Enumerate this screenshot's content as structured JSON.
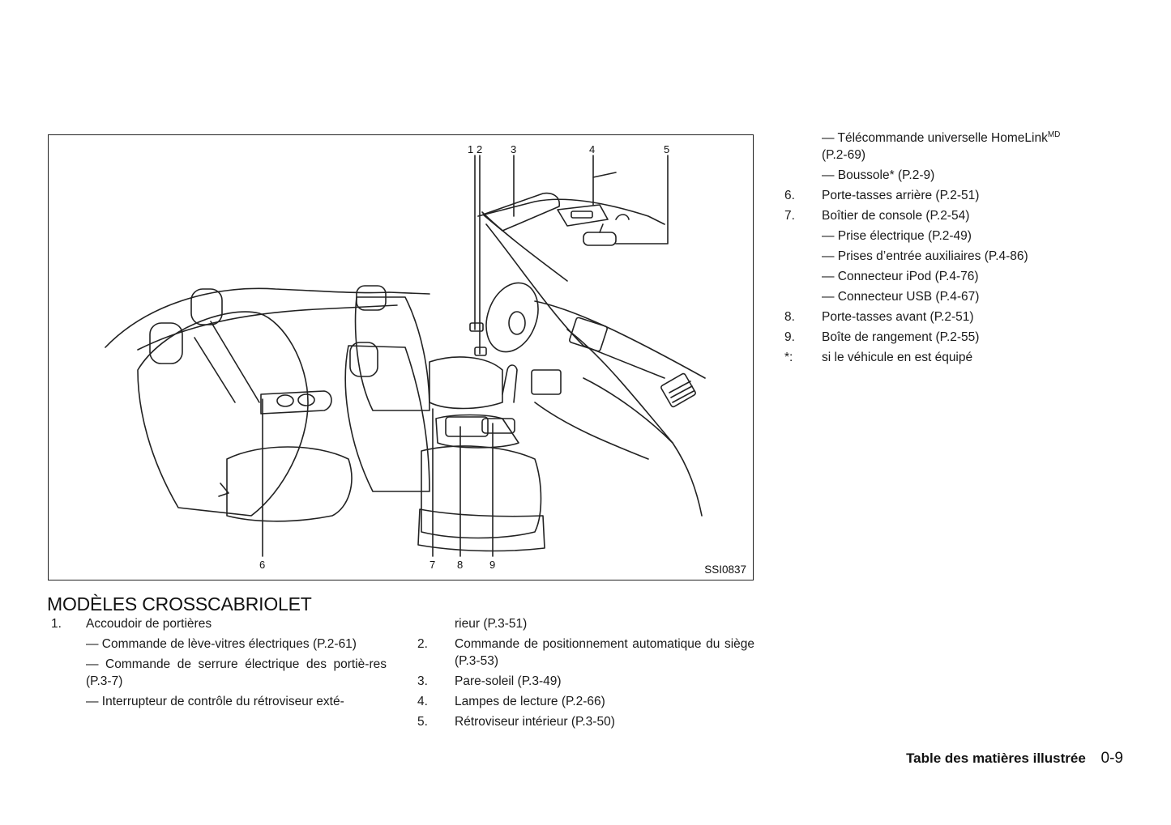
{
  "figure": {
    "code": "SSI0837",
    "callouts": [
      "1",
      "2",
      "3",
      "4",
      "5",
      "6",
      "7",
      "8",
      "9"
    ]
  },
  "section": {
    "title": "MODÈLES CROSSCABRIOLET"
  },
  "column_left": {
    "item1_num": "1.",
    "item1_text": "Accoudoir de portières",
    "sub1": "— Commande de lève-vitres électriques (P.2-61)",
    "sub2": "— Commande de serrure électrique des portiè-res (P.3-7)",
    "sub3": "— Interrupteur de contrôle du rétroviseur exté-"
  },
  "column_mid": {
    "continuation": "rieur (P.3-51)",
    "items": [
      {
        "num": "2.",
        "text": "Commande de positionnement automatique du siège (P.3-53)"
      },
      {
        "num": "3.",
        "text": "Pare-soleil (P.3-49)"
      },
      {
        "num": "4.",
        "text": "Lampes de lecture (P.2-66)"
      },
      {
        "num": "5.",
        "text": "Rétroviseur intérieur (P.3-50)"
      }
    ]
  },
  "column_right": {
    "homelink_text": "— Télécommande universelle HomeLink",
    "homelink_sup": "MD",
    "homelink_ref": "(P.2-69)",
    "compass": "— Boussole* (P.2-9)",
    "item6_num": "6.",
    "item6_text": "Porte-tasses arrière (P.2-51)",
    "item7_num": "7.",
    "item7_text": "Boîtier de console (P.2-54)",
    "item7_subs": [
      "— Prise électrique (P.2-49)",
      "— Prises d’entrée auxiliaires (P.4-86)",
      "— Connecteur iPod (P.4-76)",
      "— Connecteur USB (P.4-67)"
    ],
    "item8_num": "8.",
    "item8_text": "Porte-tasses avant (P.2-51)",
    "item9_num": "9.",
    "item9_text": "Boîte de rangement (P.2-55)",
    "note_num": "*:",
    "note_text": "si le véhicule en est équipé"
  },
  "footer": {
    "title": "Table des matières illustrée",
    "page": "0-9"
  }
}
